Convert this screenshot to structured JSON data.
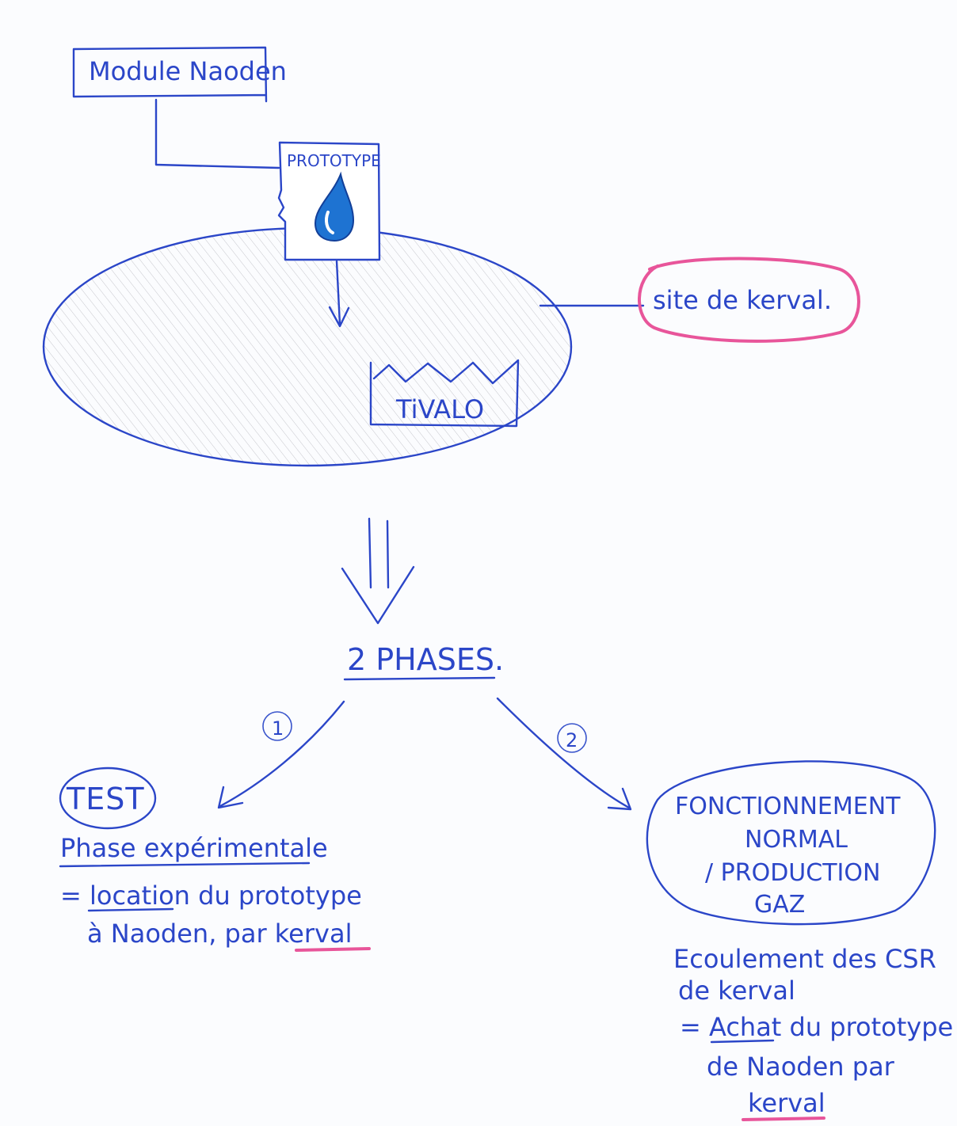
{
  "colors": {
    "ink": "#2b46c8",
    "highlight": "#e8559a",
    "drop": "#1e73d2"
  },
  "module": {
    "label": "Module Naoden"
  },
  "prototype": {
    "label": "PROTOTYPE",
    "icon": "water-drop-icon"
  },
  "site": {
    "label": "site de kerval."
  },
  "tivalo": {
    "label": "TiVALO"
  },
  "phases": {
    "title": "2 PHASES."
  },
  "phase1": {
    "number": "1",
    "badge": "TEST",
    "subtitle": "Phase expérimentale",
    "line1": "= location du prototype",
    "line2": "à Naoden, par kerval"
  },
  "phase2": {
    "number": "2",
    "bubble_line1": "FONCTIONNEMENT",
    "bubble_line2": "NORMAL",
    "bubble_line3": "/ PRODUCTION",
    "bubble_line4": "GAZ",
    "line1": "Ecoulement des CSR",
    "line2": "de kerval",
    "line3": "= Achat du prototype",
    "line4": "de Naoden par",
    "line5": "kerval"
  }
}
